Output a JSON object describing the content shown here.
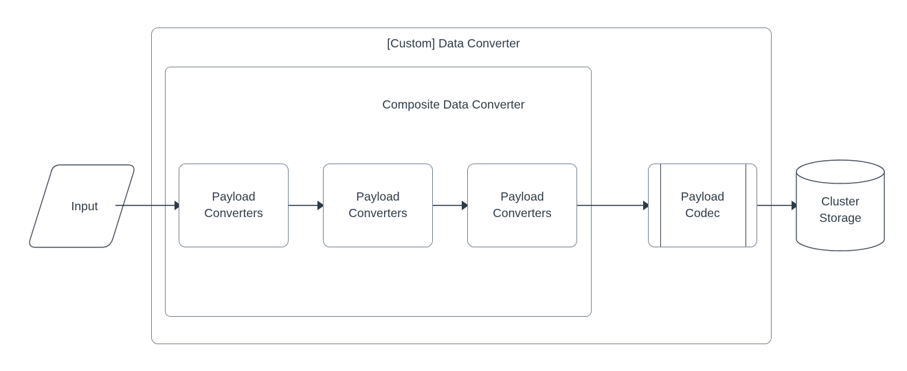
{
  "diagram": {
    "type": "flow-diagram",
    "background_color": "#ffffff",
    "stroke_color": "#7b8490",
    "text_color": "#2f3a46",
    "arrow_color": "#2f3a46",
    "outer_container": {
      "title": "[Custom] Data Converter",
      "shape": "rounded-rectangle"
    },
    "inner_container": {
      "title": "Composite Data Converter",
      "shape": "rounded-rectangle"
    },
    "nodes": [
      {
        "id": "input",
        "label": "Input",
        "shape": "parallelogram"
      },
      {
        "id": "pc1",
        "label": "Payload\nConverters",
        "shape": "rounded-rectangle"
      },
      {
        "id": "pc2",
        "label": "Payload\nConverters",
        "shape": "rounded-rectangle"
      },
      {
        "id": "pc3",
        "label": "Payload\nConverters",
        "shape": "rounded-rectangle"
      },
      {
        "id": "codec",
        "label": "Payload\nCodec",
        "shape": "predefined-process"
      },
      {
        "id": "storage",
        "label": "Cluster\nStorage",
        "shape": "cylinder"
      }
    ],
    "edges": [
      {
        "from": "input",
        "to": "pc1",
        "label": "",
        "arrow": "single"
      },
      {
        "from": "pc1",
        "to": "pc2",
        "label": "",
        "arrow": "single"
      },
      {
        "from": "pc2",
        "to": "pc3",
        "label": "",
        "arrow": "single"
      },
      {
        "from": "pc3",
        "to": "codec",
        "label": "",
        "arrow": "single"
      },
      {
        "from": "codec",
        "to": "storage",
        "label": "",
        "arrow": "single"
      }
    ]
  }
}
